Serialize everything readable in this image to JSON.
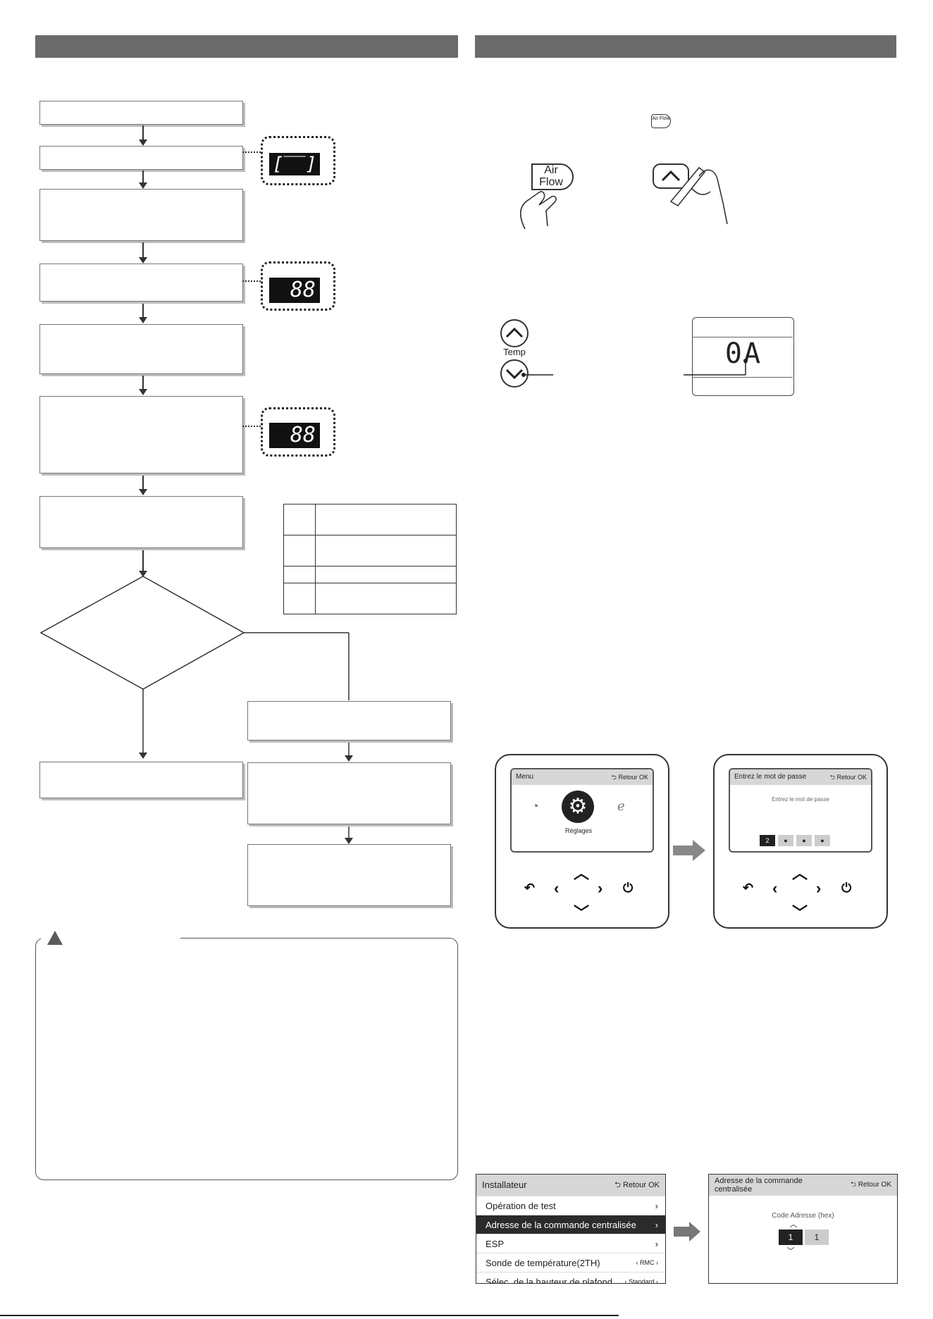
{
  "lcd": {
    "dash_display": "[‾‾]",
    "eight_a": "88",
    "eight_b": "88",
    "oa_display": "0A"
  },
  "airflow_button": {
    "icon_label": "Air Flow",
    "label": "Air\nFlow"
  },
  "temp": {
    "label": "Temp"
  },
  "menu_screen": {
    "title": "Menu",
    "back_label": "Retour",
    "ok_label": "OK",
    "center_label": "Réglages"
  },
  "password_screen": {
    "title": "Entrez le mot de passe",
    "back_label": "Retour",
    "ok_label": "OK",
    "prompt": "Entrez le mot de passe",
    "digit": "2",
    "dot": "●"
  },
  "installer_menu": {
    "title": "Installateur",
    "back_label": "Retour",
    "ok_label": "OK",
    "items": [
      {
        "label": "Opération de test",
        "value": ""
      },
      {
        "label": "Adresse de la commande centralisée",
        "value": ""
      },
      {
        "label": "ESP",
        "value": ""
      },
      {
        "label": "Sonde de température(2TH)",
        "value": "RMC"
      },
      {
        "label": "Sélec. de la hauteur de plafond",
        "value": "Standard"
      }
    ]
  },
  "address_screen": {
    "title": "Adresse de la commande centralisée",
    "back_label": "Retour",
    "ok_label": "OK",
    "prompt": "Code Adresse (hex)",
    "digit_a": "1",
    "digit_b": "1"
  }
}
